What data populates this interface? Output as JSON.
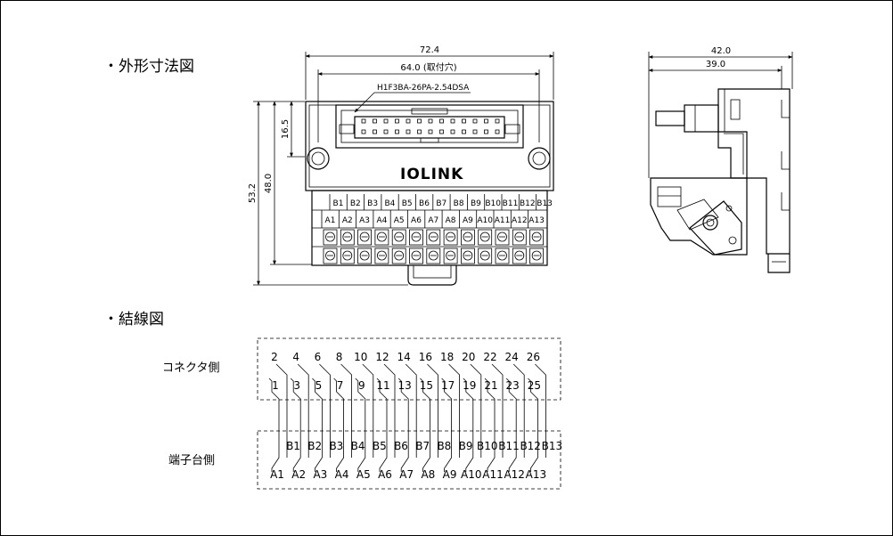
{
  "headings": {
    "dimensions": "・外形寸法図",
    "wiring": "・結線図"
  },
  "dimensions": {
    "overall_width": "72.4",
    "mount_hole_pitch": "64.0 (取付穴)",
    "connector_model": "H1F3BA-26PA-2.54DSA",
    "connector_offset": "16.5",
    "inner_height": "48.0",
    "overall_height": "53.2",
    "side_depth": "42.0",
    "side_inner": "39.0"
  },
  "logo": "IOLINK",
  "terminal_labels": {
    "top_row": [
      "B1",
      "B2",
      "B3",
      "B4",
      "B5",
      "B6",
      "B7",
      "B8",
      "B9",
      "B10",
      "B11",
      "B12",
      "B13"
    ],
    "bottom_row": [
      "A1",
      "A2",
      "A3",
      "A4",
      "A5",
      "A6",
      "A7",
      "A8",
      "A9",
      "A10",
      "A11",
      "A12",
      "A13"
    ]
  },
  "wiring": {
    "connector_side_label": "コネクタ側",
    "terminal_side_label": "端子台側",
    "even_pins": [
      "2",
      "4",
      "6",
      "8",
      "10",
      "12",
      "14",
      "16",
      "18",
      "20",
      "22",
      "24",
      "26"
    ],
    "odd_pins": [
      "1",
      "3",
      "5",
      "7",
      "9",
      "11",
      "13",
      "15",
      "17",
      "19",
      "21",
      "23",
      "25"
    ],
    "b_terminals": [
      "B1",
      "B2",
      "B3",
      "B4",
      "B5",
      "B6",
      "B7",
      "B8",
      "B9",
      "B10",
      "B11",
      "B12",
      "B13"
    ],
    "a_terminals": [
      "A1",
      "A2",
      "A3",
      "A4",
      "A5",
      "A6",
      "A7",
      "A8",
      "A9",
      "A10",
      "A11",
      "A12",
      "A13"
    ]
  }
}
